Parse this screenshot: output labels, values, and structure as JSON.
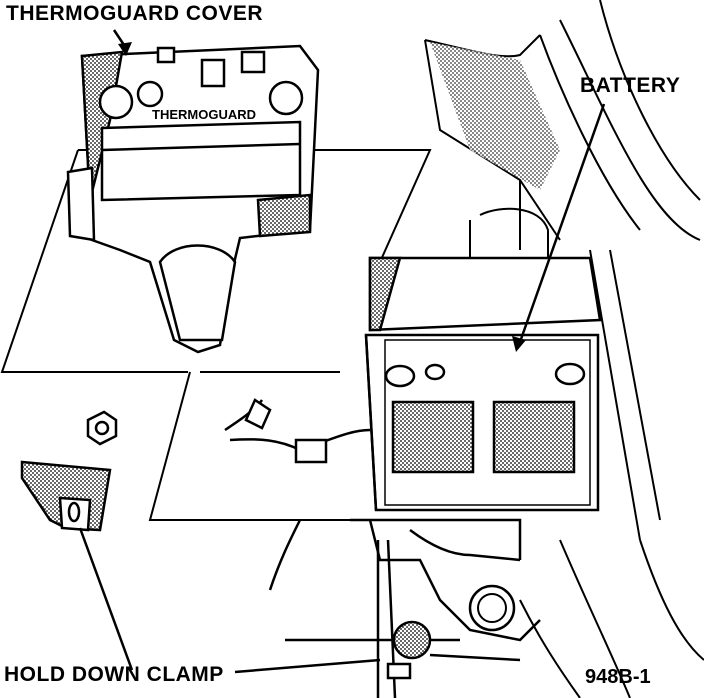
{
  "labels": {
    "thermoguard_cover": "THERMOGUARD COVER",
    "battery": "BATTERY",
    "hold_down_clamp": "HOLD DOWN CLAMP",
    "cover_emboss": "THERMOGUARD",
    "figure_number": "948B-1"
  },
  "colors": {
    "ink": "#000000",
    "paper": "#ffffff",
    "shade": "#8a8a8a"
  }
}
